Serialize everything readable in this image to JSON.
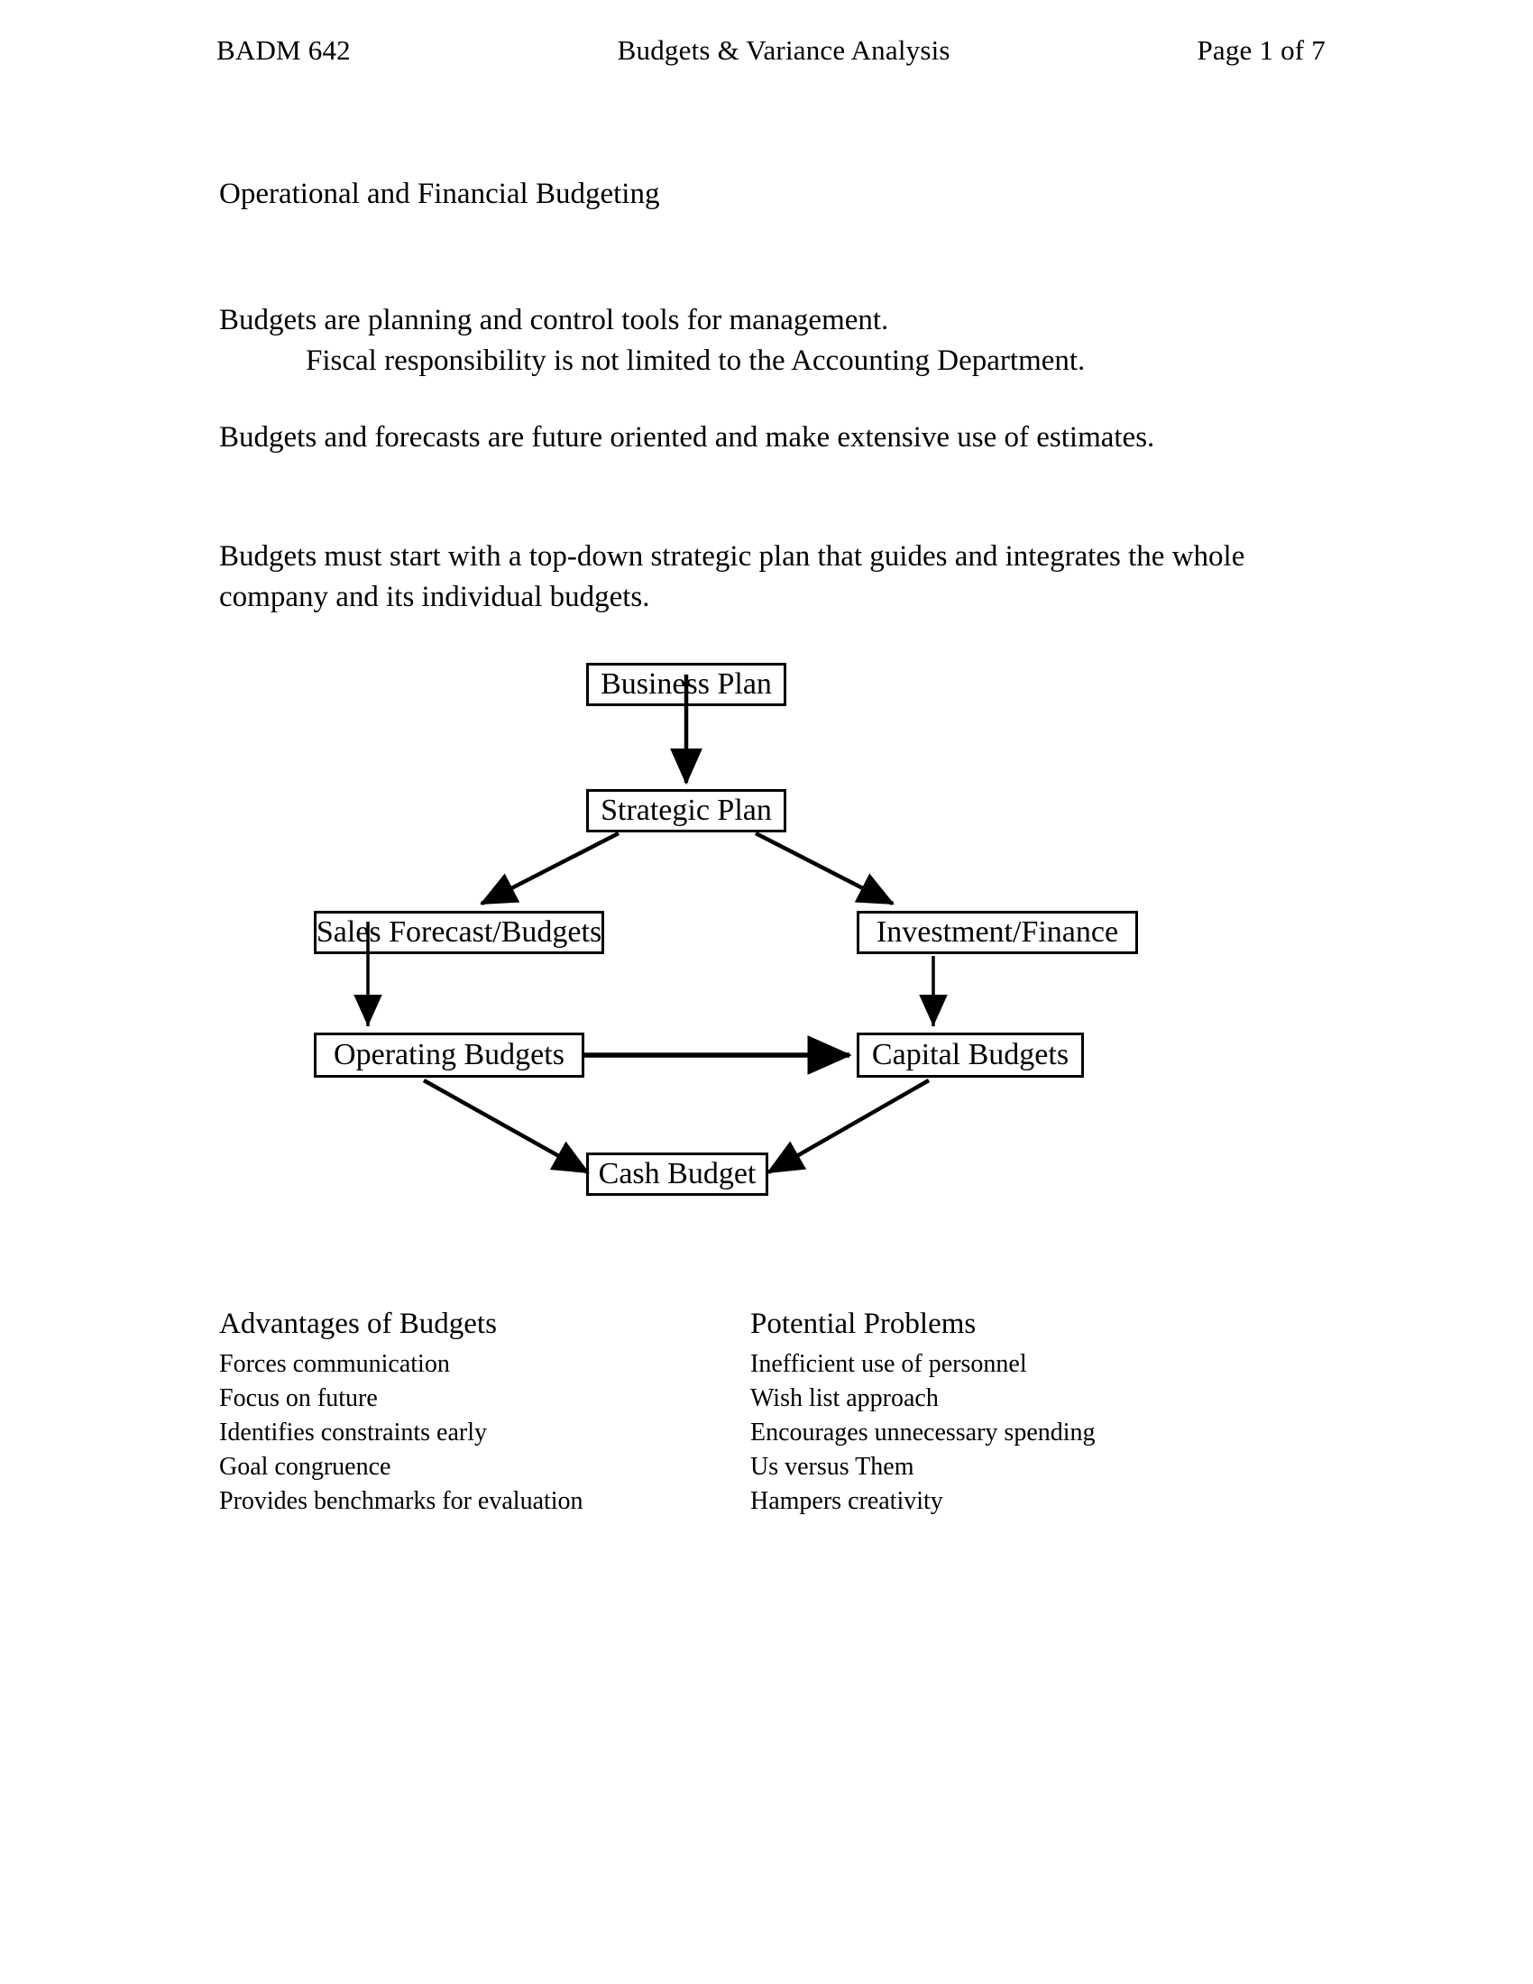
{
  "header": {
    "course_code": "BADM 642",
    "document_title": "Budgets & Variance Analysis",
    "page_label": "Page 1 of 7"
  },
  "title": "Operational and Financial Budgeting",
  "paragraphs": {
    "p1_line1": "Budgets are planning and control tools for management.",
    "p1_line2": "Fiscal responsibility is not limited to the Accounting Department.",
    "p2": "Budgets and forecasts are future oriented and make extensive use of estimates.",
    "p3": "Budgets must start with a top-down strategic plan that guides and integrates the whole company and its individual budgets."
  },
  "diagram": {
    "nodes": {
      "business_plan": "Business Plan",
      "strategic_plan": "Strategic Plan",
      "sales_forecast": "Sales Forecast/Budgets",
      "investment_finance": "Investment/Finance",
      "operating_budgets": "Operating Budgets",
      "capital_budgets": "Capital Budgets",
      "cash_budget": "Cash Budget"
    },
    "edges": [
      {
        "from": "business_plan",
        "to": "strategic_plan"
      },
      {
        "from": "strategic_plan",
        "to": "sales_forecast"
      },
      {
        "from": "strategic_plan",
        "to": "investment_finance"
      },
      {
        "from": "sales_forecast",
        "to": "operating_budgets"
      },
      {
        "from": "investment_finance",
        "to": "capital_budgets"
      },
      {
        "from": "operating_budgets",
        "to": "capital_budgets"
      },
      {
        "from": "operating_budgets",
        "to": "cash_budget"
      },
      {
        "from": "capital_budgets",
        "to": "cash_budget"
      }
    ],
    "line_color": "#000000"
  },
  "columns": {
    "advantages": {
      "heading": "Advantages of Budgets",
      "items": [
        "Forces communication",
        "Focus on future",
        "Identifies constraints early",
        "Goal congruence",
        "Provides benchmarks for evaluation"
      ]
    },
    "problems": {
      "heading": "Potential Problems",
      "items": [
        "Inefficient use of personnel",
        "Wish list approach",
        "Encourages unnecessary spending",
        "Us versus Them",
        "Hampers creativity"
      ]
    }
  }
}
